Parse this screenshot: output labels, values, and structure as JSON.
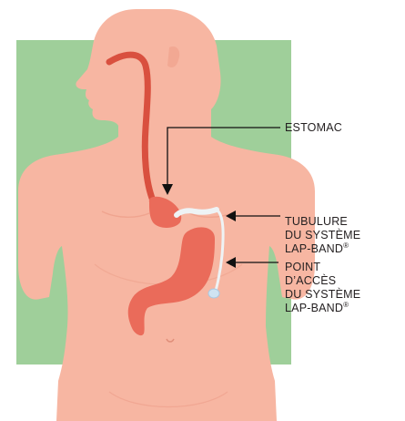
{
  "labels": {
    "stomach": [
      "ESTOMAC"
    ],
    "tubing": [
      "TUBULURE",
      "DU SYSTÈME",
      "LAP-BAND"
    ],
    "access_port": [
      "POINT",
      "D’ACCÈS",
      "DU SYSTÈME",
      "LAP-BAND"
    ],
    "registered_mark": "®"
  },
  "colors": {
    "background_panel": "#9fcf9a",
    "skin": "#f7b6a2",
    "skin_shadow": "#ec9d88",
    "esophagus": "#d9503f",
    "stomach": "#ea6b5a",
    "band": "#eef3f5",
    "tubing": "#eef3f5",
    "access_port": "#cfe3f2",
    "arrow": "#111111",
    "text": "#231f20"
  }
}
